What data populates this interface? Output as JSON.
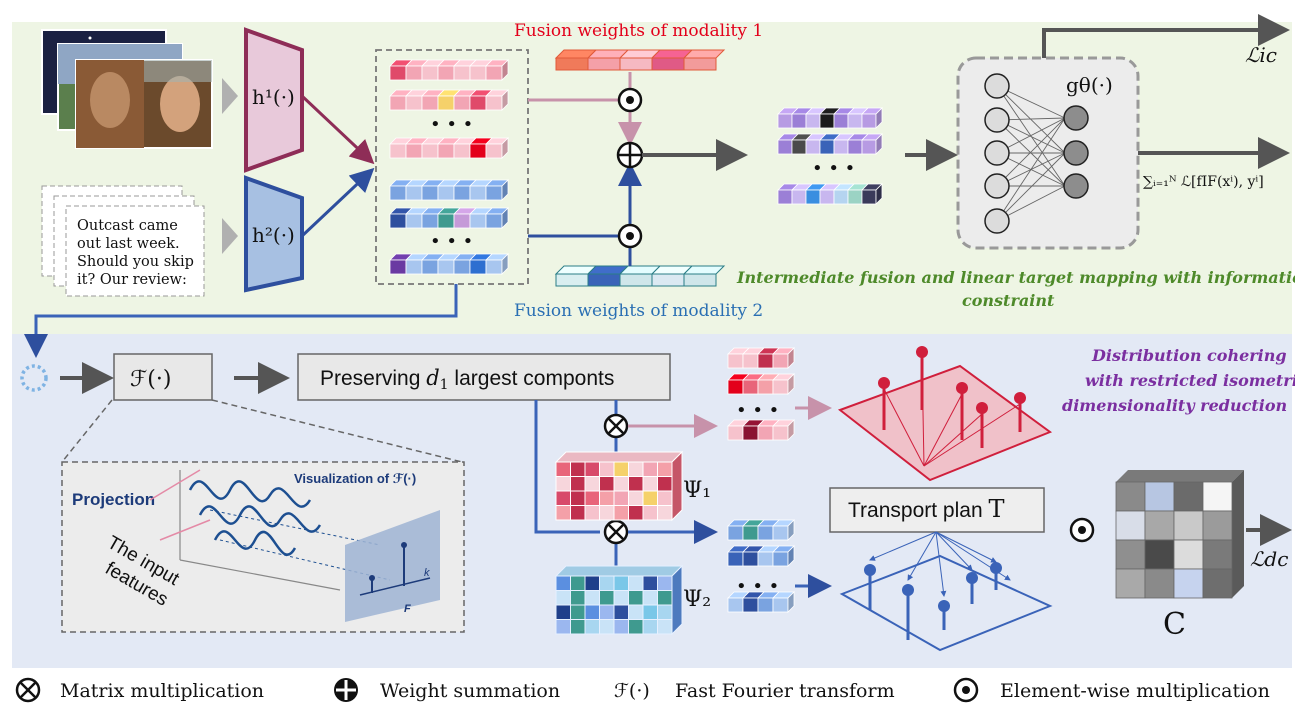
{
  "top_panel": {
    "fusion_weights_1": "Fusion weights of modality 1",
    "fusion_weights_2": "Fusion weights of modality 2",
    "encoder_1": "h¹(·)",
    "encoder_2": "h²(·)",
    "text_lines": [
      "Outcast came",
      "out last week.",
      "Should you skip",
      "it? Our review:"
    ],
    "g_theta": "gθ(·)",
    "loss_ic": "ℒic",
    "loss_sum": "∑ᵢ₌₁ᴺ ℒ[fIF(xⁱ), yⁱ]",
    "caption_line1": "Intermediate fusion and linear target mapping with informatic",
    "caption_line2": "constraint",
    "ellipsis": "• • •"
  },
  "bottom_panel": {
    "fft_label": "ℱ(·)",
    "preserve_prefix": "Preserving ",
    "preserve_var": "d",
    "preserve_sub": "1",
    "preserve_suffix": " largest compon",
    "preserve_tail": "ts",
    "psi_1": "Ψ₁",
    "psi_2": "Ψ₂",
    "transport_plan": "Transport plan ",
    "transport_T": "T",
    "cost_C": "C",
    "loss_dc": "ℒdc",
    "caption_line1": "Distribution cohering",
    "caption_line2": "with restricted isometric",
    "caption_line3": "dimensionality reduction",
    "inset_projection": "Projection",
    "inset_visualization": "Visualization of ℱ(·)",
    "inset_input_1": "The input",
    "inset_input_2": "features",
    "inset_k": "k",
    "inset_F": "F"
  },
  "legend": {
    "matrix_mult": "Matrix multiplication",
    "weight_sum": "Weight summation",
    "fft_symbol": "ℱ(·)",
    "fft": "Fast Fourier transform",
    "elementwise": "Element-wise multiplication"
  },
  "colors": {
    "top_bg": "#eef5e4",
    "bottom_bg": "#e3e9f5",
    "modality_1": "#d8345f",
    "modality_2": "#3a63b8",
    "caption_green": "#4e8a2a",
    "caption_purple": "#7b2fa0",
    "teal": "#2a7d86",
    "dark_navy": "#1d3b7a"
  }
}
